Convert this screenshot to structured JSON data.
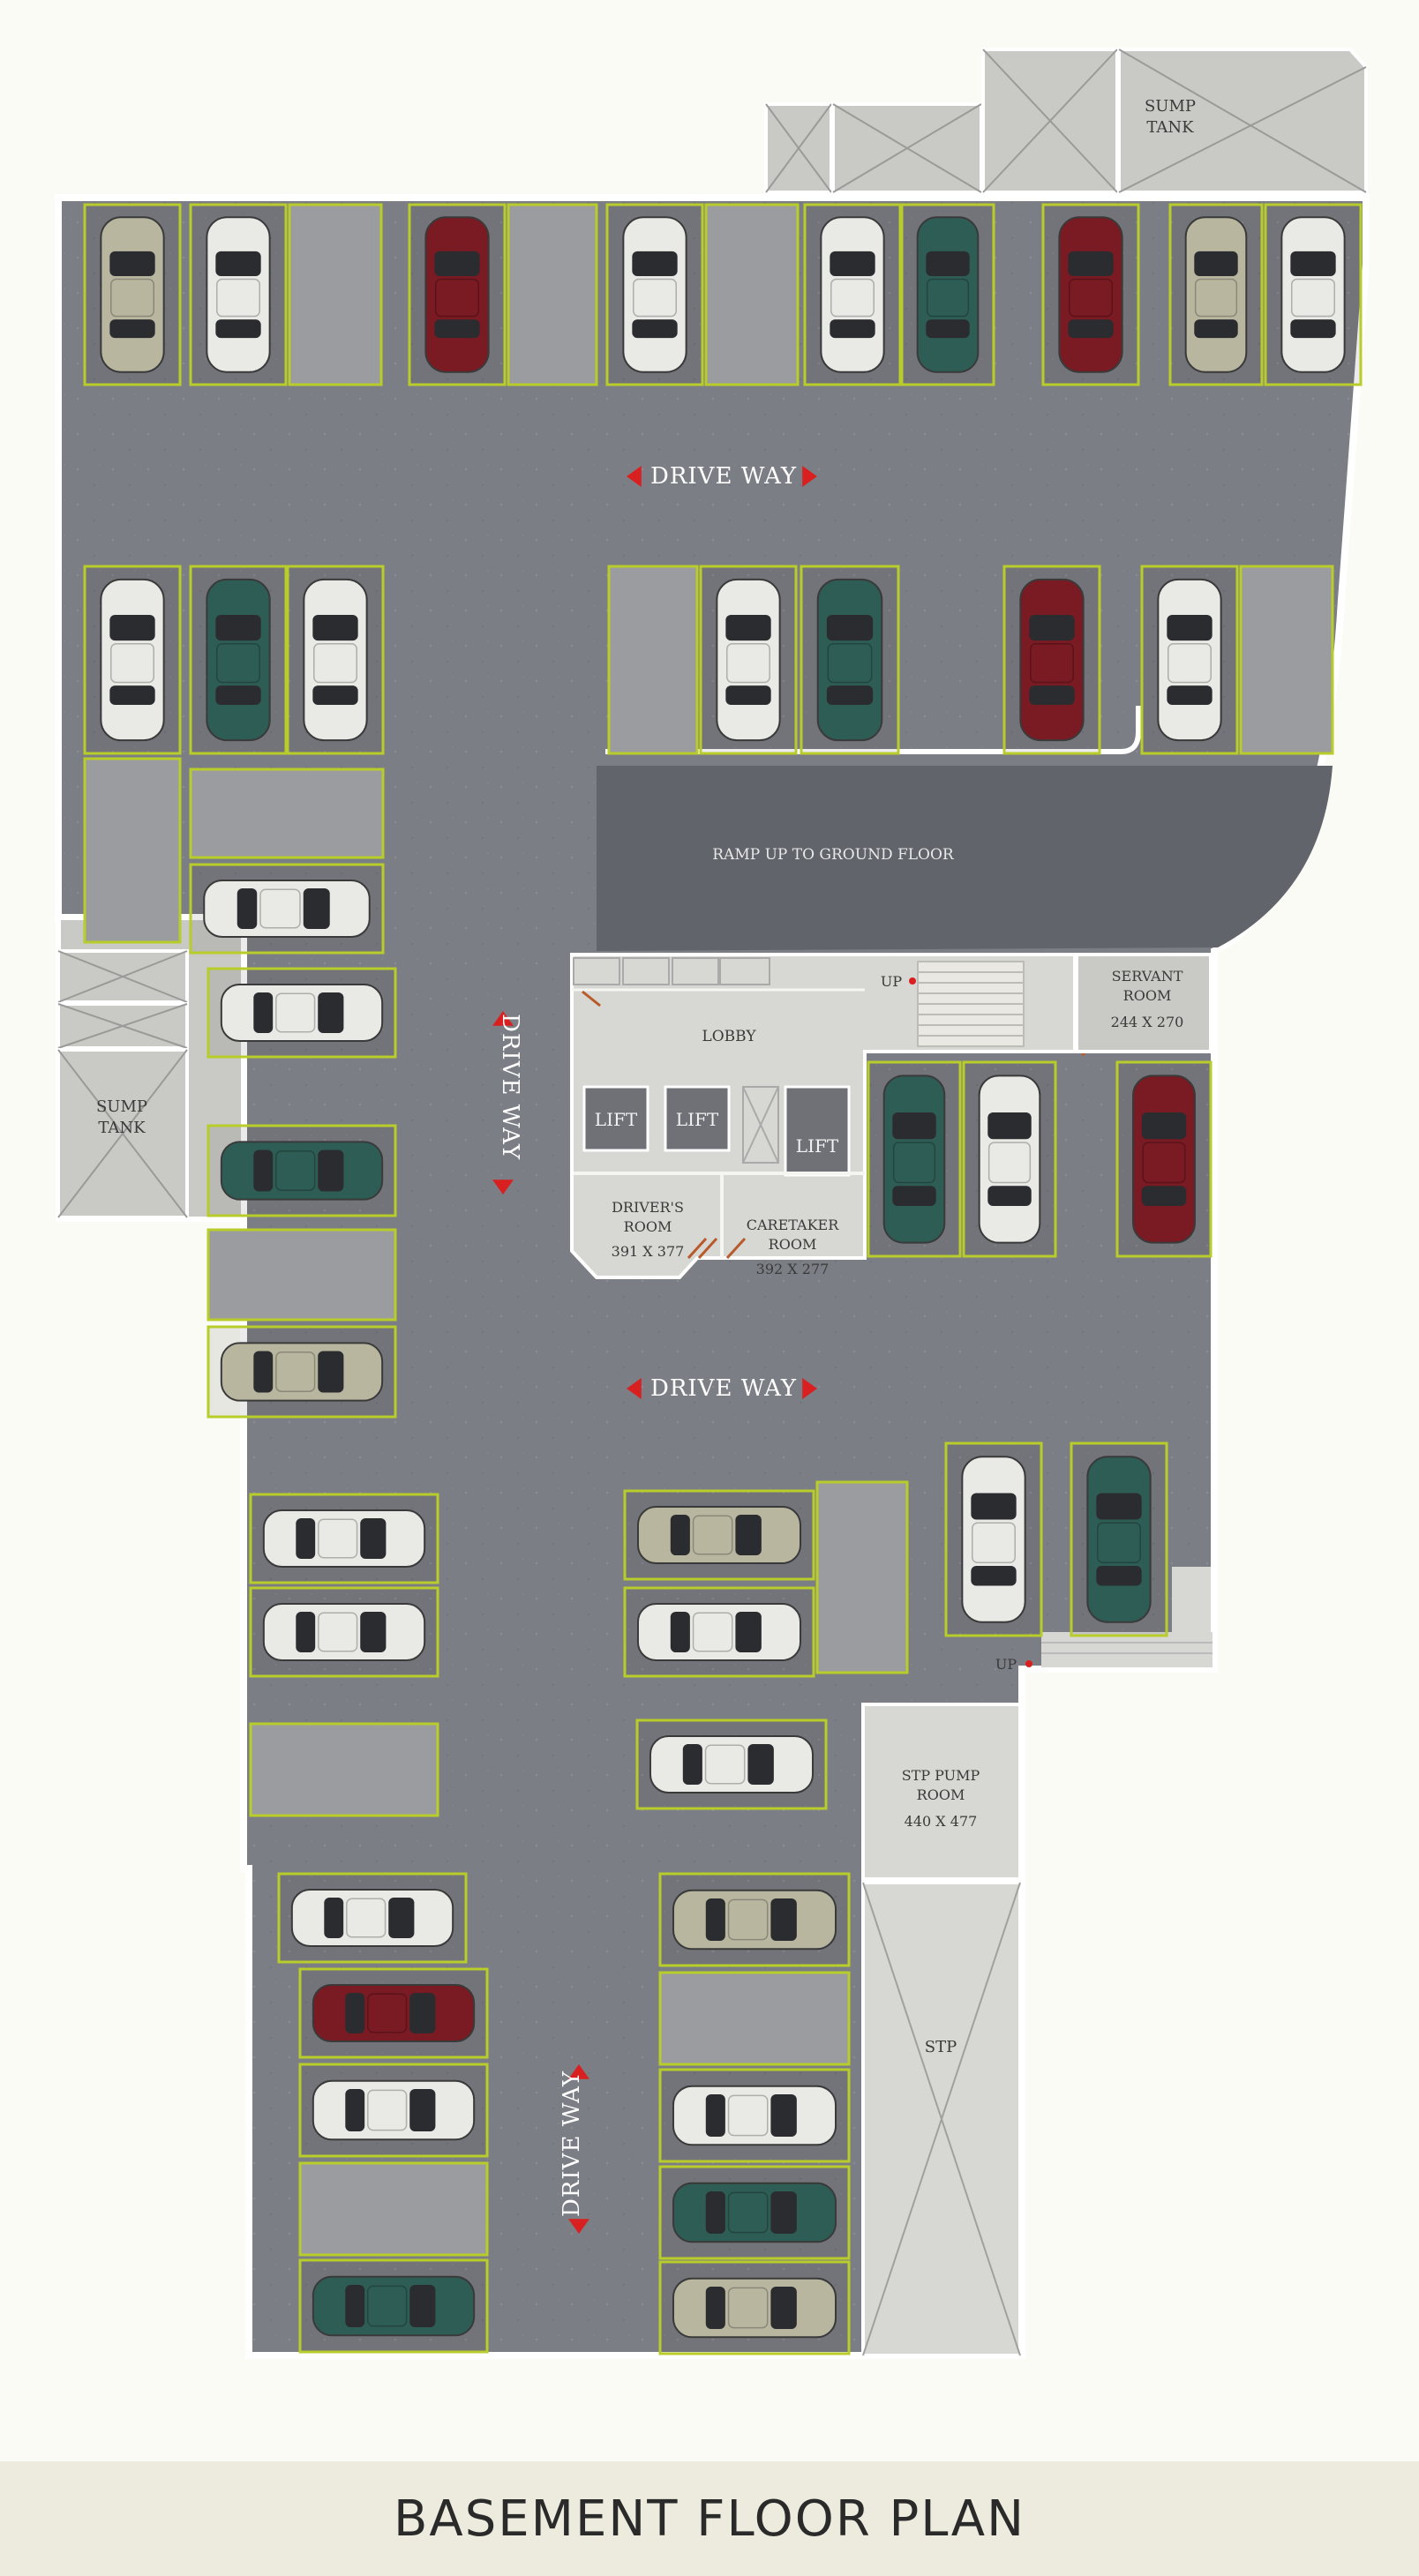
{
  "title": "BASEMENT FLOOR PLAN",
  "labels": {
    "sump_tank_top": [
      "SUMP",
      "TANK"
    ],
    "sump_tank_left": [
      "SUMP",
      "TANK"
    ],
    "drive_way": "DRIVE WAY",
    "ramp": "RAMP UP TO GROUND FLOOR",
    "lobby": "LOBBY",
    "lift": "LIFT",
    "up": "UP",
    "servant_room": [
      "SERVANT",
      "ROOM",
      "244 X 270"
    ],
    "drivers_room": [
      "DRIVER'S",
      "ROOM",
      "391 X 377"
    ],
    "caretaker_room": [
      "CARETAKER",
      "ROOM",
      "392 X 277"
    ],
    "stp_pump_room": [
      "STP PUMP",
      "ROOM",
      "440 X 477"
    ],
    "stp": "STP"
  },
  "colors": {
    "floor": "#7d7f86",
    "slot_line": "#b8cc2a",
    "car_white": "#e9e9e6",
    "car_red": "#7a1a22",
    "car_teal": "#2e5d55",
    "car_beige": "#b9b6a0",
    "arrow": "#d92020",
    "utility": "#c9cac6"
  },
  "icons": [
    "car-icon",
    "arrow-left-icon",
    "arrow-right-icon",
    "arrow-up-icon",
    "arrow-down-icon",
    "stairs-icon",
    "door-icon"
  ]
}
